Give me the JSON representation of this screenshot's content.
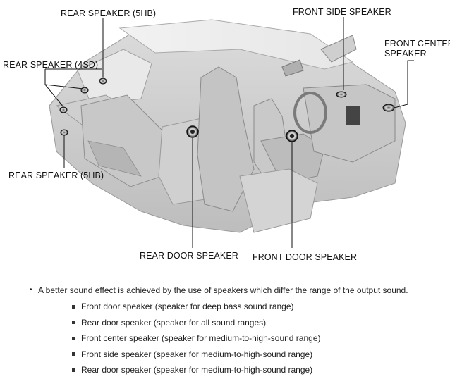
{
  "figure": {
    "callouts": {
      "rear_speaker_5hb_top": "REAR SPEAKER (5HB)",
      "front_side_speaker": "FRONT SIDE SPEAKER",
      "front_center_speaker_line1": "FRONT CENTER",
      "front_center_speaker_line2": "SPEAKER",
      "rear_speaker_4sd": "REAR SPEAKER (4SD)",
      "rear_speaker_5hb_bottom": "REAR SPEAKER (5HB)",
      "rear_door_speaker": "REAR DOOR SPEAKER",
      "front_door_speaker": "FRONT DOOR SPEAKER"
    }
  },
  "notes": {
    "main": "A better sound effect is achieved by the use of speakers which differ the range of the output sound.",
    "items": [
      "Front door speaker (speaker for deep bass sound range)",
      "Rear door speaker (speaker for all sound ranges)",
      "Front center speaker (speaker for medium-to-high-sound range)",
      "Front side speaker (speaker for medium-to-high-sound range)",
      "Rear door speaker (speaker for medium-to-high-sound range)"
    ]
  }
}
